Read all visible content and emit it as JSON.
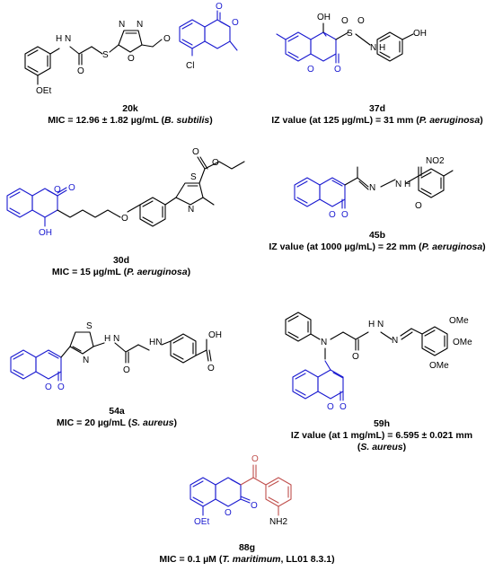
{
  "colors": {
    "coumarin": "#1a1ad0",
    "highlight": "#c0504d",
    "bond": "#000000"
  },
  "compounds": [
    {
      "id": "20k",
      "line1": "MIC = 12.96 ± 1.82 µg/mL (",
      "organism": "B. subtilis",
      "line1_end": ")",
      "labels": {
        "nh": "H\nN",
        "oet": "OEt",
        "o1": "O",
        "s": "S",
        "n1": "N",
        "n2": "N",
        "o2": "O",
        "o3": "O",
        "o4": "O",
        "cl": "Cl",
        "o5": "O"
      }
    },
    {
      "id": "37d",
      "line1": "IZ value (at 125 µg/mL) = 31 mm (",
      "organism": "P. aeruginosa",
      "line1_end": ")",
      "labels": {
        "oh": "OH",
        "s": "S",
        "o1": "O",
        "o2": "O",
        "nh": "N\nH",
        "oh2": "OH",
        "o3": "O",
        "o4": "O"
      }
    },
    {
      "id": "30d",
      "line1": "MIC = 15 µg/mL (",
      "organism": "P.  aeruginosa",
      "line1_end": ")",
      "labels": {
        "o1": "O",
        "o2": "O",
        "oh": "OH",
        "o3": "O",
        "s": "S",
        "n": "N",
        "o4": "O",
        "o5": "O"
      }
    },
    {
      "id": "45b",
      "line1": "IZ value (at 1000 µg/mL) = 22 mm (",
      "organism": "P. aeruginosa",
      "line1_end": ")",
      "labels": {
        "no2": "NO2",
        "n1": "N",
        "nh": "N\nH",
        "o1": "O",
        "o2": "O",
        "o3": "O"
      }
    },
    {
      "id": "54a",
      "line1": "MIC = 20 µg/mL (",
      "organism": "S. aureus",
      "line1_end": ")",
      "labels": {
        "s": "S",
        "n": "N",
        "hn": "HN",
        "nh": "H\nN",
        "oh": "OH",
        "o1": "O",
        "o2": "O",
        "o3": "O",
        "o4": "O"
      }
    },
    {
      "id": "59h",
      "line1": "IZ value (at 1 mg/mL) = 6.595 ± 0.021 mm",
      "organism": "S. aureus",
      "line1_end": ")",
      "labels": {
        "n": "N",
        "nh": "H\nN",
        "n2": "N",
        "o1": "O",
        "ome1": "OMe",
        "ome2": "OMe",
        "ome3": "OMe",
        "o2": "O",
        "o3": "O"
      }
    },
    {
      "id": "88g",
      "line1": "MIC = 0.1 µM (",
      "organism": "T. maritimum",
      "line1_end": ", LL01 8.3.1)",
      "labels": {
        "o1": "O",
        "oet": "OEt",
        "o2": "O",
        "o3": "O",
        "nh2": "NH2"
      }
    }
  ]
}
